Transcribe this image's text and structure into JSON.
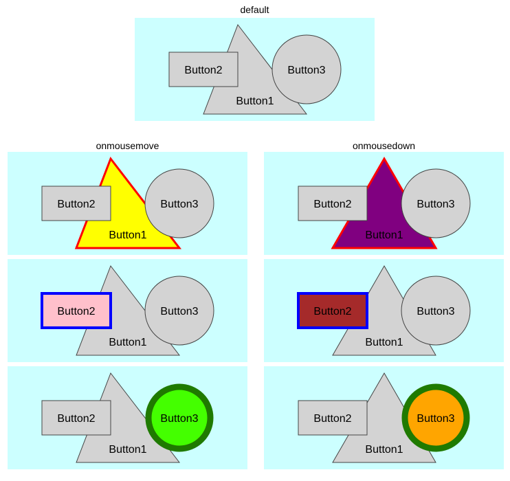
{
  "captions": {
    "default": "default",
    "onmousemove": "onmousemove",
    "onmousedown": "onmousedown"
  },
  "buttons": {
    "button1": "Button1",
    "button2": "Button2",
    "button3": "Button3"
  },
  "colors": {
    "panel_bg": "#ccffff",
    "button_default": "#d3d3d3",
    "outline_default": "#444444",
    "mousemove_button1_fill": "#ffff00",
    "mousedown_button1_fill": "#800080",
    "button1_highlight_stroke": "#ff0000",
    "mousemove_button2_fill": "#ffc0cb",
    "mousedown_button2_fill": "#a52a2a",
    "button2_highlight_stroke": "#0000ff",
    "mousemove_button3_fill": "#44ff00",
    "mousedown_button3_fill": "#ffa500",
    "button3_highlight_stroke": "#1f7a00"
  }
}
